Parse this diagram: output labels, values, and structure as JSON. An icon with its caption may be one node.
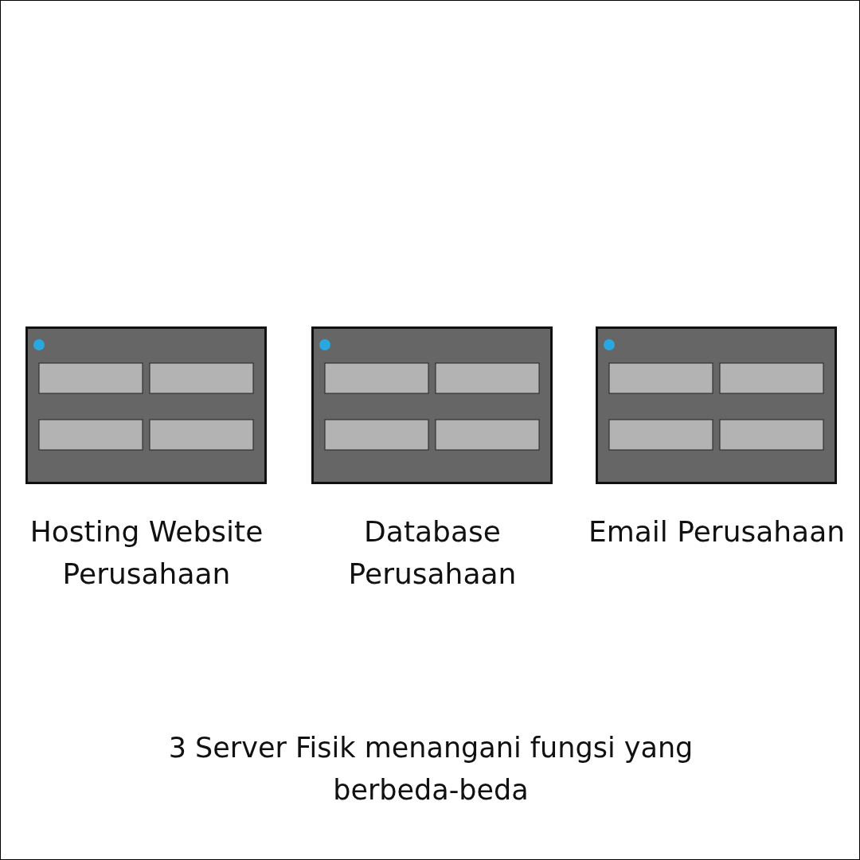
{
  "diagram": {
    "caption": "3 Server Fisik menangani fungsi yang berbeda-beda",
    "nodes": [
      {
        "text": [],
        "shape": "box",
        "beside": [
          "Hosting Website Perusahaan"
        ]
      },
      {
        "text": [],
        "shape": "box",
        "beside": [
          "Database Perusahaan"
        ]
      },
      {
        "text": [],
        "shape": "box",
        "beside": [
          "Email Perusahaan"
        ]
      }
    ]
  }
}
